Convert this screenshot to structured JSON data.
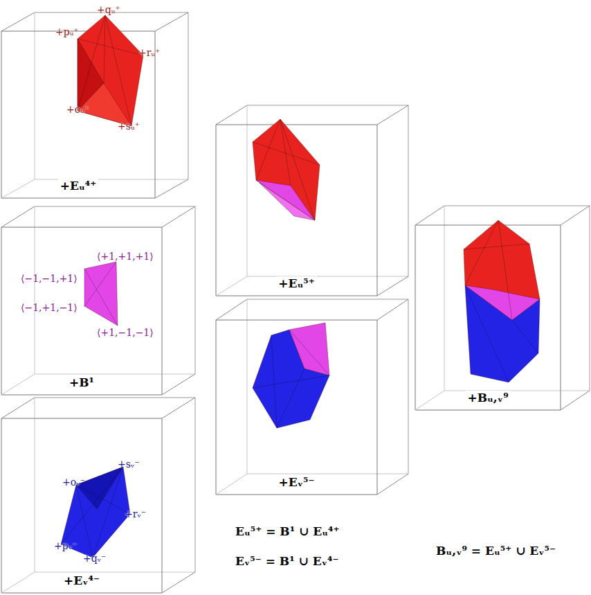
{
  "diagram": {
    "nodes": [
      {
        "text": [
          "+Eᵤ⁴⁺"
        ]
      },
      {
        "text": [
          "+B¹"
        ]
      },
      {
        "text": [
          "+Eᵥ⁴⁻"
        ]
      },
      {
        "text": [
          "+Eᵤ⁵⁺"
        ]
      },
      {
        "text": [
          "+Eᵥ⁵⁻"
        ]
      },
      {
        "text": [
          "+Bᵤ,ᵥ⁹"
        ]
      }
    ],
    "labels": [
      "+qᵤ⁺",
      "+pᵤ⁺",
      "+rᵤ⁺",
      "+oᵤ⁺",
      "+sᵤ⁺",
      "⟨+1,+1,+1⟩",
      "⟨−1,−1,+1⟩",
      "⟨−1,+1,−1⟩",
      "⟨+1,−1,−1⟩",
      "+oᵥ⁻",
      "+sᵥ⁻",
      "+rᵥ⁻",
      "+pᵥ⁻",
      "+qᵥ⁻",
      "Eᵤ⁵⁺ = B¹ ∪ Eᵤ⁴⁺",
      "Eᵥ⁵⁻ = B¹ ∪ Eᵥ⁴⁻",
      "Bᵤ,ᵥ⁹ = Eᵤ⁵⁺ ∪ Eᵥ⁵⁻"
    ]
  }
}
